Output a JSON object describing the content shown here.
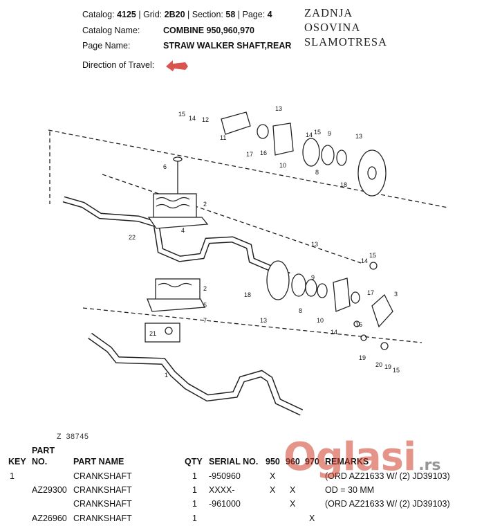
{
  "header": {
    "catalog_label": "Catalog:",
    "catalog_value": "4125",
    "grid_label": "Grid:",
    "grid_value": "2B20",
    "section_label": "Section:",
    "section_value": "58",
    "page_label": "Page:",
    "page_value": "4",
    "catalog_name_label": "Catalog Name:",
    "catalog_name_value": "COMBINE 950,960,970",
    "page_name_label": "Page Name:",
    "page_name_value": "STRAW WALKER SHAFT,REAR",
    "direction_label": "Direction of Travel:"
  },
  "handwritten_note": [
    "ZADNJA",
    "OSOVINA",
    "SLAMOTRESA"
  ],
  "diagram": {
    "drawing_id": "Z 38745",
    "callouts": [
      "1",
      "2",
      "2",
      "3",
      "4",
      "5",
      "6",
      "7",
      "8",
      "8",
      "9",
      "9",
      "10",
      "10",
      "11",
      "12",
      "13",
      "13",
      "13",
      "13",
      "14",
      "14",
      "14",
      "14",
      "15",
      "15",
      "15",
      "15",
      "16",
      "16",
      "17",
      "17",
      "18",
      "18",
      "19",
      "19",
      "20",
      "21",
      "22"
    ]
  },
  "table": {
    "headers": {
      "key": "KEY",
      "part_no_line1": "PART",
      "part_no_line2": "NO.",
      "part_name": "PART NAME",
      "qty": "QTY",
      "serial_no": "SERIAL NO.",
      "m950": "950",
      "m960": "960",
      "m970": "970",
      "remarks": "REMARKS"
    },
    "rows": [
      {
        "key": "1",
        "part_no": "",
        "name": "CRANKSHAFT",
        "qty": "1",
        "serial": "-950960",
        "m950": "X",
        "m960": "",
        "m970": "",
        "remarks": "(ORD AZ21633 W/ (2) JD39103)"
      },
      {
        "key": "",
        "part_no": "AZ29300",
        "name": "CRANKSHAFT",
        "qty": "1",
        "serial": "XXXX-",
        "m950": "X",
        "m960": "X",
        "m970": "",
        "remarks": "OD = 30 MM"
      },
      {
        "key": "",
        "part_no": "",
        "name": "CRANKSHAFT",
        "qty": "1",
        "serial": "-961000",
        "m950": "",
        "m960": "X",
        "m970": "",
        "remarks": "(ORD AZ21633 W/ (2) JD39103)"
      },
      {
        "key": "",
        "part_no": "AZ26960",
        "name": "CRANKSHAFT",
        "qty": "1",
        "serial": "",
        "m950": "",
        "m960": "",
        "m970": "X",
        "remarks": ""
      }
    ]
  },
  "watermark": {
    "text": "Oglasi",
    "suffix": ".rs"
  },
  "colors": {
    "arrow": "#d9534f",
    "watermark": "#cd3c28"
  }
}
